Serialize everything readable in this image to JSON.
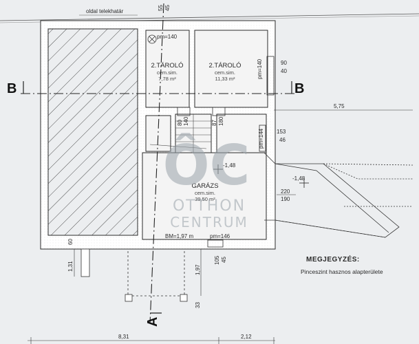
{
  "labels": {
    "property_line": "oldal telekhatár",
    "section_b_left": "B",
    "section_b_right": "B",
    "section_a": "A"
  },
  "rooms": {
    "storage_1": {
      "name": "2.TÁROLÓ",
      "floor": "cem.sim.",
      "area": "7,78 m²"
    },
    "storage_2": {
      "name": "2.TÁROLÓ",
      "floor": "cem.sim.",
      "area": "11,33 m²"
    },
    "garage": {
      "name": "GARÁZS",
      "floor": "cem.sim.",
      "area": "39,50 m²"
    }
  },
  "dimensions": {
    "top_vertical_1": "55",
    "top_vertical_2": "45",
    "pm_140_top": "pm=140",
    "pm_140_right": "pm=140",
    "d_90": "90",
    "d_40": "40",
    "d_575": "5,75",
    "d_80": "80",
    "d_140": "140",
    "d_87": "87",
    "d_180": "180",
    "pm_144": "pm=144",
    "d_153": "153",
    "d_46": "46",
    "level_garage": "-1,48",
    "level_ramp": "-1,48",
    "d_220": "220",
    "d_190": "190",
    "bm": "BM=1,97 m",
    "pm_146": "pm=146",
    "d_105": "105",
    "d_45b": "45",
    "d_197": "1,97",
    "d_131": "1,31",
    "d_60": "60",
    "d_33": "33",
    "bottom_831": "8,31",
    "bottom_212": "2,12"
  },
  "notes": {
    "title": "MEGJEGYZÉS:",
    "text": "Pinceszint hasznos alapterülete"
  },
  "watermark": {
    "logo": "ÔC",
    "line1": "OTTHON",
    "line2": "CENTRUM"
  },
  "colors": {
    "wall": "#ffffff",
    "line": "#2a2a2a",
    "background": "#eceef0",
    "watermark": "#9aa3aa"
  }
}
